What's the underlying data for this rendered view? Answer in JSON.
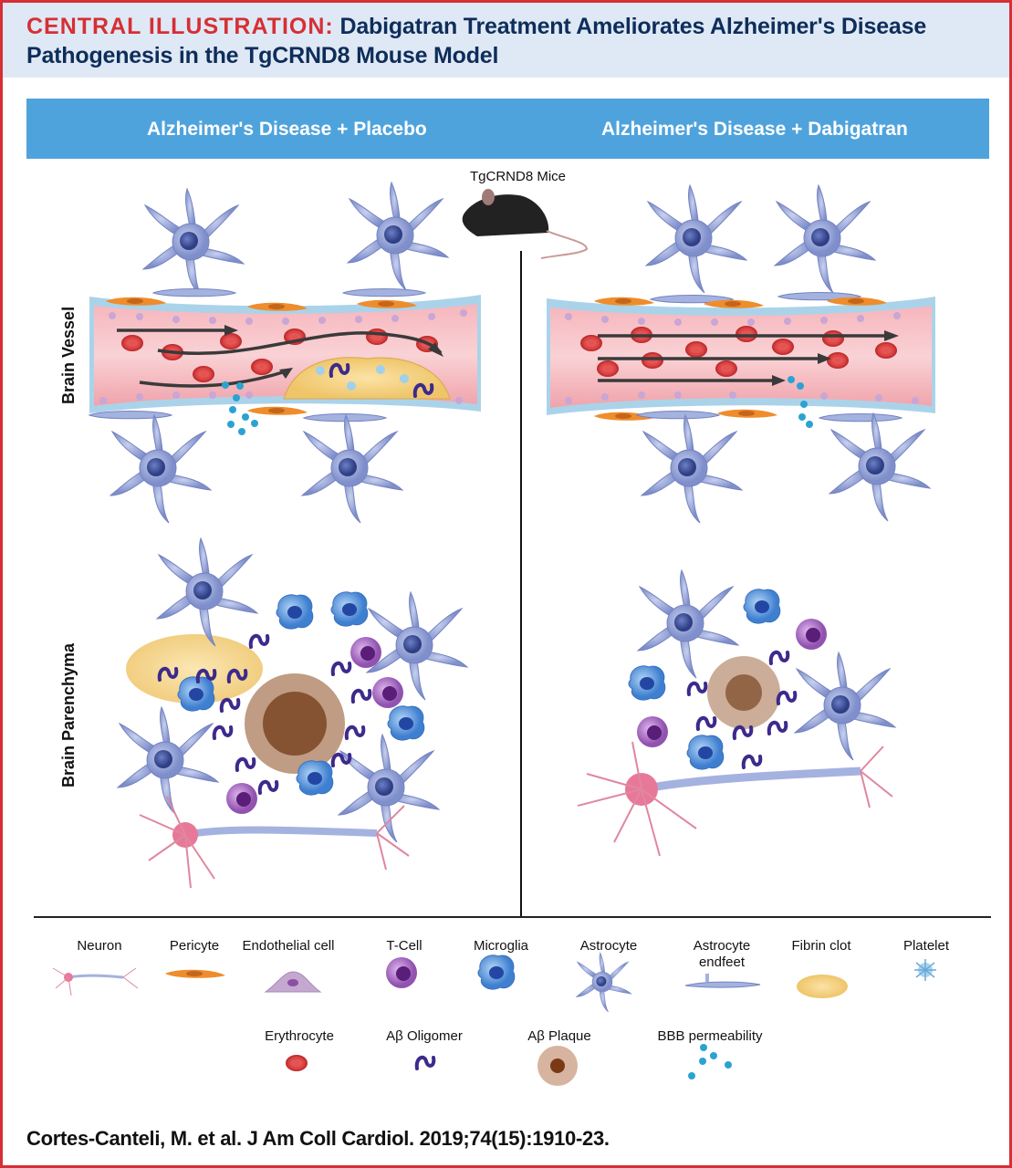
{
  "title": {
    "lead": "CENTRAL ILLUSTRATION:",
    "text": "Dabigatran Treatment Ameliorates Alzheimer's Disease Pathogenesis in the TgCRND8 Mouse Model"
  },
  "banner": {
    "left_label": "Alzheimer's Disease  + Placebo",
    "right_label": "Alzheimer's Disease + Dabigatran"
  },
  "mice_label": "TgCRND8 Mice",
  "row_labels": {
    "vessel": "Brain Vessel",
    "parenchyma": "Brain Parenchyma"
  },
  "legend": {
    "row1": [
      {
        "label": "Neuron",
        "icon": "neuron-icon"
      },
      {
        "label": "Pericyte",
        "icon": "pericyte-icon"
      },
      {
        "label": "Endothelial cell",
        "icon": "endothelial-cell-icon"
      },
      {
        "label": "T-Cell",
        "icon": "t-cell-icon"
      },
      {
        "label": "Microglia",
        "icon": "microglia-icon"
      },
      {
        "label": "Astrocyte",
        "icon": "astrocyte-icon"
      },
      {
        "label": "Astrocyte endfeet",
        "icon": "astrocyte-endfeet-icon"
      },
      {
        "label": "Fibrin clot",
        "icon": "fibrin-clot-icon"
      },
      {
        "label": "Platelet",
        "icon": "platelet-icon"
      }
    ],
    "row2": [
      {
        "label": "Erythrocyte",
        "icon": "erythrocyte-icon"
      },
      {
        "label": "Aβ Oligomer",
        "icon": "abeta-oligomer-icon"
      },
      {
        "label": "Aβ Plaque",
        "icon": "abeta-plaque-icon"
      },
      {
        "label": "BBB permeability",
        "icon": "bbb-permeability-icon"
      }
    ]
  },
  "citation": "Cortes-Canteli, M. et al. J Am Coll Cardiol. 2019;74(15):1910-23.",
  "colors": {
    "accent_red": "#d62f35",
    "title_navy": "#0e2d5a",
    "banner_blue": "#4fa3dc",
    "title_bg": "#dfe9f5",
    "astrocyte": "#8f9fd3",
    "vessel": "#f2a9b1",
    "erythrocyte": "#d8383a",
    "fibrin": "#f0cf7d",
    "tcell": "#9a5bb5",
    "microglia": "#4a86d6",
    "pericyte": "#ee8a2e",
    "bbb": "#2aa3d3"
  }
}
